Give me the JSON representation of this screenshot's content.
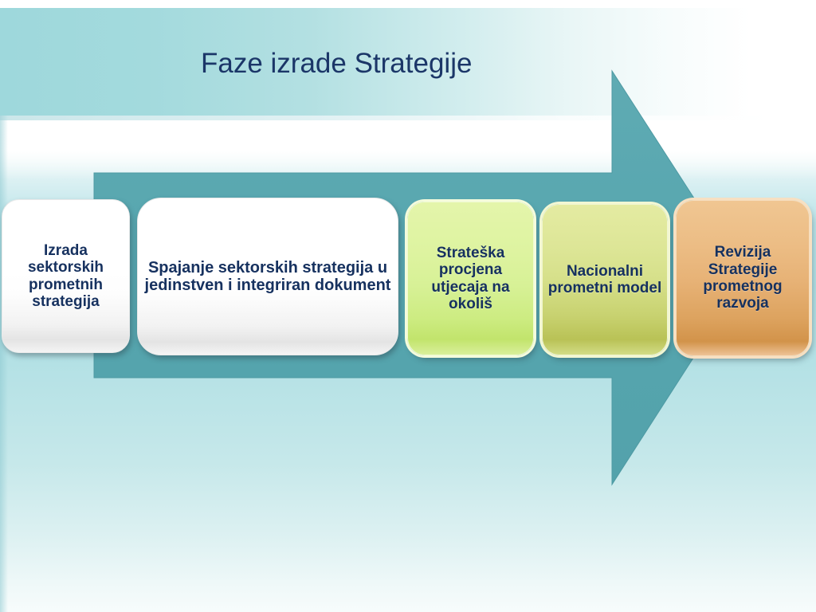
{
  "slide": {
    "title": "Faze izrade Strategije",
    "title_color": "#1b3668",
    "background_top_color": "#9ed8dc",
    "background_bottom_color": "#b4e1e5"
  },
  "arrow": {
    "name": "right-arrow-shape",
    "fill_color": "#58a7b0"
  },
  "phases": [
    {
      "label": "Izrada sektorskih prometnih strategija",
      "style": "white",
      "fill_color": "#ffffff",
      "text_color": "#16315f"
    },
    {
      "label": "Spajanje sektorskih strategija u jedinstven i integriran dokument",
      "style": "white",
      "fill_color": "#ffffff",
      "text_color": "#16315f"
    },
    {
      "label": "Strateška procjena utjecaja na okoliš",
      "style": "lgreen",
      "fill_color": "#d7f196",
      "text_color": "#16315f"
    },
    {
      "label": "Nacionalni prometni model",
      "style": "olive",
      "fill_color": "#d6e08a",
      "text_color": "#16315f"
    },
    {
      "label": "Revizija Strategije prometnog razvoja",
      "style": "tan",
      "fill_color": "#e7b276",
      "text_color": "#16315f"
    }
  ]
}
